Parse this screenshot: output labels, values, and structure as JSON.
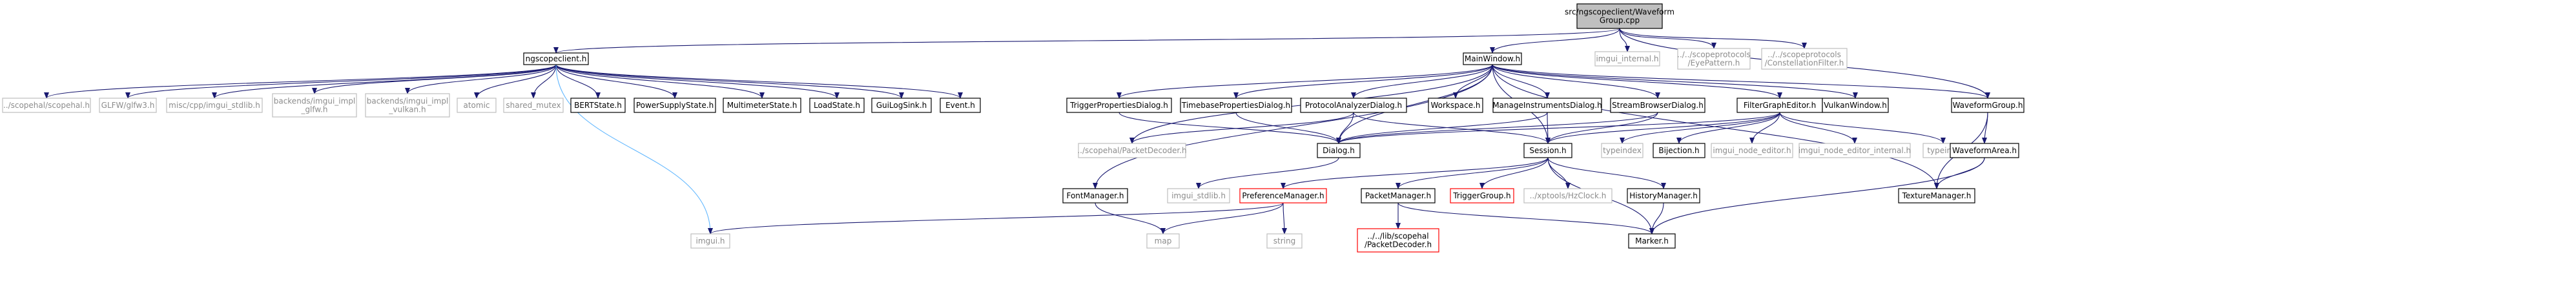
{
  "colors": {
    "edge": "#191970",
    "edge_light": "#63b8ff",
    "box_border": "#000000",
    "box_border_gray": "#bfbfbf",
    "box_border_red": "#ff0000",
    "root_fill": "#bfbfbf"
  },
  "nodes": {
    "root": {
      "lines": [
        "src/ngscopeclient/Waveform",
        "Group.cpp"
      ],
      "style": "root"
    },
    "ngscopeclient_h": {
      "lines": [
        "ngscopeclient.h"
      ],
      "style": "normal"
    },
    "mainwindow_h": {
      "lines": [
        "MainWindow.h"
      ],
      "style": "normal"
    },
    "imgui_internal_h": {
      "lines": [
        "imgui_internal.h"
      ],
      "style": "gray"
    },
    "eyepattern_h": {
      "lines": [
        "../../scopeprotocols",
        "/EyePattern.h"
      ],
      "style": "gray"
    },
    "constellation_h": {
      "lines": [
        "../../scopeprotocols",
        "/ConstellationFilter.h"
      ],
      "style": "gray"
    },
    "scopehal_h": {
      "lines": [
        "../scopehal/scopehal.h"
      ],
      "style": "gray"
    },
    "glfw3_h": {
      "lines": [
        "GLFW/glfw3.h"
      ],
      "style": "gray"
    },
    "imgui_stdlib_misc": {
      "lines": [
        "misc/cpp/imgui_stdlib.h"
      ],
      "style": "gray"
    },
    "imgui_impl_glfw": {
      "lines": [
        "backends/imgui_impl",
        "_glfw.h"
      ],
      "style": "gray"
    },
    "imgui_impl_vulkan": {
      "lines": [
        "backends/imgui_impl",
        "_vulkan.h"
      ],
      "style": "gray"
    },
    "atomic": {
      "lines": [
        "atomic"
      ],
      "style": "gray"
    },
    "shared_mutex": {
      "lines": [
        "shared_mutex"
      ],
      "style": "gray"
    },
    "bertstate_h": {
      "lines": [
        "BERTState.h"
      ],
      "style": "normal"
    },
    "powersupplystate_h": {
      "lines": [
        "PowerSupplyState.h"
      ],
      "style": "normal"
    },
    "multimeterstate_h": {
      "lines": [
        "MultimeterState.h"
      ],
      "style": "normal"
    },
    "loadstate_h": {
      "lines": [
        "LoadState.h"
      ],
      "style": "normal"
    },
    "guilogsink_h": {
      "lines": [
        "GuiLogSink.h"
      ],
      "style": "normal"
    },
    "event_h": {
      "lines": [
        "Event.h"
      ],
      "style": "normal"
    },
    "triggerpropdlg_h": {
      "lines": [
        "TriggerPropertiesDialog.h"
      ],
      "style": "normal"
    },
    "timebasepropdlg_h": {
      "lines": [
        "TimebasePropertiesDialog.h"
      ],
      "style": "normal"
    },
    "protocolanalyzerdlg_h": {
      "lines": [
        "ProtocolAnalyzerDialog.h"
      ],
      "style": "normal"
    },
    "workspace_h": {
      "lines": [
        "Workspace.h"
      ],
      "style": "normal"
    },
    "manageinstrumentsdlg_h": {
      "lines": [
        "ManageInstrumentsDialog.h"
      ],
      "style": "normal"
    },
    "streambrowserdlg_h": {
      "lines": [
        "StreamBrowserDialog.h"
      ],
      "style": "normal"
    },
    "filtergrapheditor_h": {
      "lines": [
        "FilterGraphEditor.h"
      ],
      "style": "normal"
    },
    "vulkanwindow_h": {
      "lines": [
        "VulkanWindow.h"
      ],
      "style": "normal"
    },
    "waveformgroup_h": {
      "lines": [
        "WaveformGroup.h"
      ],
      "style": "normal"
    },
    "packetdecoder_h": {
      "lines": [
        "../scopehal/PacketDecoder.h"
      ],
      "style": "gray"
    },
    "dialog_h": {
      "lines": [
        "Dialog.h"
      ],
      "style": "normal"
    },
    "session_h": {
      "lines": [
        "Session.h"
      ],
      "style": "normal"
    },
    "typeindex": {
      "lines": [
        "typeindex"
      ],
      "style": "gray"
    },
    "bijection_h": {
      "lines": [
        "Bijection.h"
      ],
      "style": "normal"
    },
    "imgui_node_editor_h": {
      "lines": [
        "imgui_node_editor.h"
      ],
      "style": "gray"
    },
    "imgui_node_editor_internal_h": {
      "lines": [
        "imgui_node_editor_internal.h"
      ],
      "style": "gray"
    },
    "typeinfo": {
      "lines": [
        "typeinfo"
      ],
      "style": "gray"
    },
    "waveformarea_h": {
      "lines": [
        "WaveformArea.h"
      ],
      "style": "normal"
    },
    "fontmanager_h": {
      "lines": [
        "FontManager.h"
      ],
      "style": "normal"
    },
    "imgui_stdlib_h": {
      "lines": [
        "imgui_stdlib.h"
      ],
      "style": "gray"
    },
    "preferencemanager_h": {
      "lines": [
        "PreferenceManager.h"
      ],
      "style": "red"
    },
    "packetmanager_h": {
      "lines": [
        "PacketManager.h"
      ],
      "style": "normal"
    },
    "triggergroup_h": {
      "lines": [
        "TriggerGroup.h"
      ],
      "style": "red"
    },
    "hzclock_h": {
      "lines": [
        "../xptools/HzClock.h"
      ],
      "style": "gray"
    },
    "historymanager_h": {
      "lines": [
        "HistoryManager.h"
      ],
      "style": "normal"
    },
    "texturemanager_h": {
      "lines": [
        "TextureManager.h"
      ],
      "style": "normal"
    },
    "imgui_h": {
      "lines": [
        "imgui.h"
      ],
      "style": "gray"
    },
    "map": {
      "lines": [
        "map"
      ],
      "style": "gray"
    },
    "string": {
      "lines": [
        "string"
      ],
      "style": "gray"
    },
    "libscopehal_packetdecoder": {
      "lines": [
        "../../lib/scopehal",
        "/PacketDecoder.h"
      ],
      "style": "red"
    },
    "marker_h": {
      "lines": [
        "Marker.h"
      ],
      "style": "normal"
    }
  }
}
